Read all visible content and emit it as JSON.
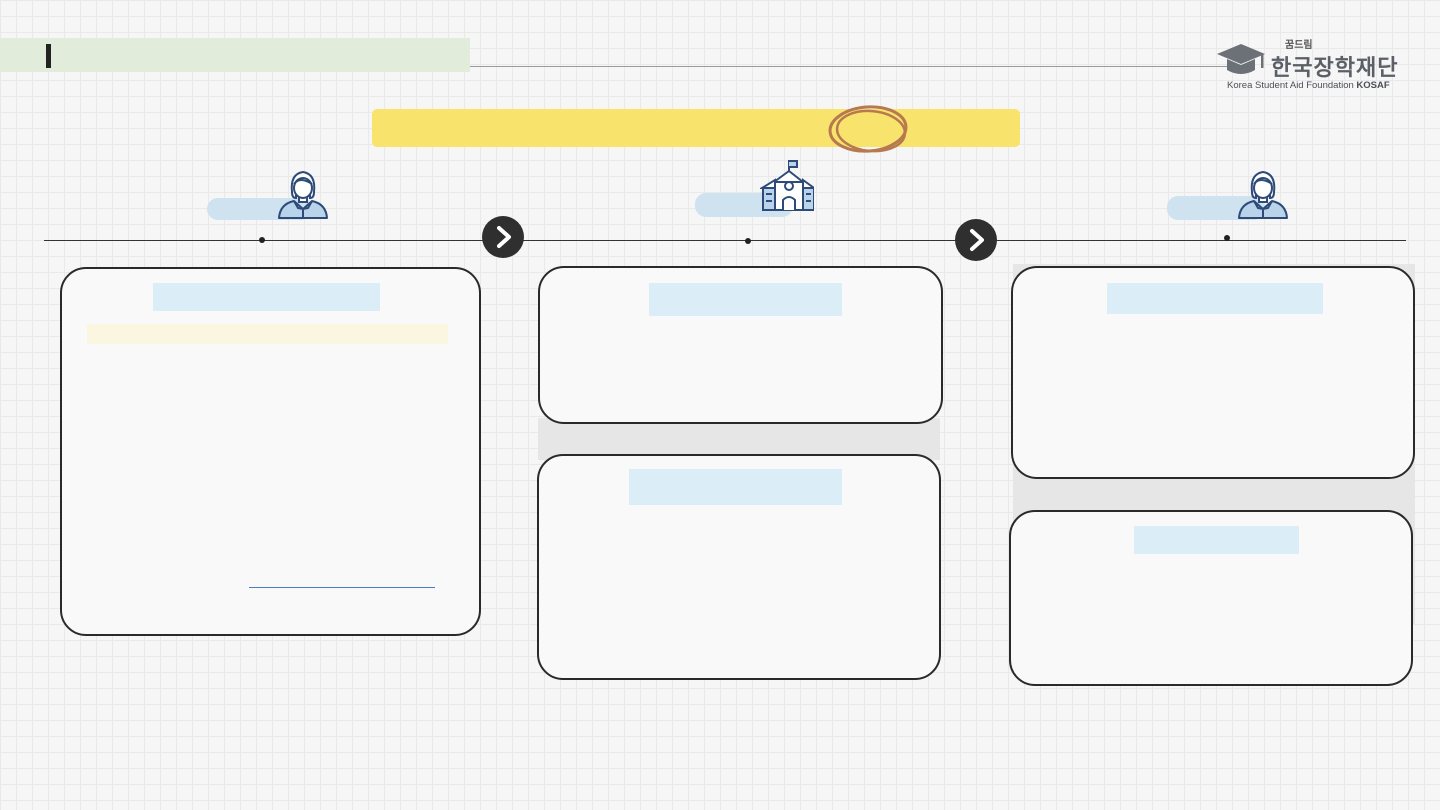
{
  "header": {
    "title": "",
    "logo": {
      "small_text": "꿈드림",
      "main_text": "한국장학재단",
      "sub_text": "Korea Student Aid Foundation",
      "sub_brand": "KOSAF"
    }
  },
  "banner": {
    "text": ""
  },
  "steps": [
    {
      "label": "",
      "icon": "person-icon",
      "card_title": "",
      "card_highlight": "",
      "card_body": "",
      "link_text": ""
    },
    {
      "label": "",
      "icon": "school-icon",
      "card_title": "",
      "card_body": "",
      "card2_title": "",
      "card2_body": ""
    },
    {
      "label": "",
      "icon": "person-icon",
      "card_title": "",
      "card_body": "",
      "card2_title": "",
      "card2_body": ""
    }
  ],
  "colors": {
    "title_band": "#e1ecdb",
    "banner": "#f8e36d",
    "pill": "#cfe2ef",
    "card_header": "#dbeef8",
    "arrow_button": "#2f2f2f",
    "scribble": "#b7794e"
  }
}
